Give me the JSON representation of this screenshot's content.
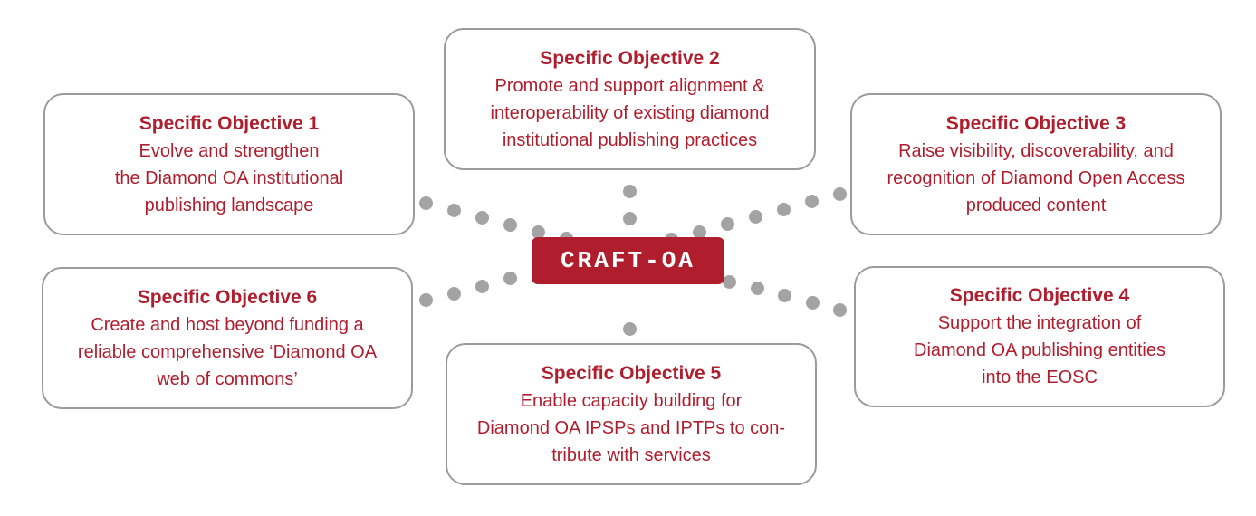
{
  "center_label": "CRAFT-OA",
  "objectives": [
    {
      "title": "Specific Objective 1",
      "description": "Evolve and strengthen\nthe Diamond OA institutional\npublishing landscape"
    },
    {
      "title": "Specific Objective 2",
      "description": "Promote and support alignment &\ninteroperability of existing diamond\ninstitutional publishing practices"
    },
    {
      "title": "Specific Objective 3",
      "description": "Raise visibility, discoverability, and\nrecognition of Diamond Open Access\nproduced content"
    },
    {
      "title": "Specific Objective 4",
      "description": "Support the integration of\nDiamond OA publishing entities\ninto the EOSC"
    },
    {
      "title": "Specific Objective 5",
      "description": "Enable capacity building for\nDiamond OA IPSPs and IPTPs to con-\ntribute with services"
    },
    {
      "title": "Specific Objective 6",
      "description": "Create and host beyond funding a\nreliable comprehensive ‘Diamond OA\nweb of commons’"
    }
  ],
  "colors": {
    "accent": "#b01e2d",
    "border": "#9b9b9b",
    "connector_dots": "#a3a3a3"
  }
}
